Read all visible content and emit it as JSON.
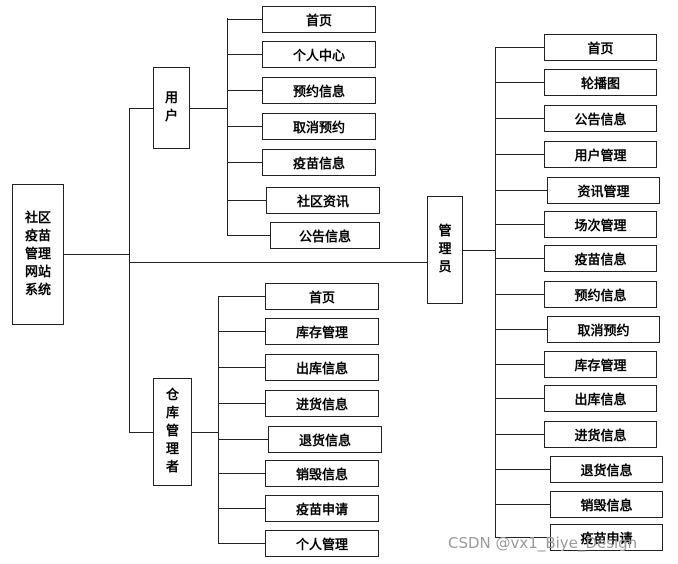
{
  "root": "社区疫苗管理网站系统",
  "user": {
    "title": "用户",
    "items": [
      "首页",
      "个人中心",
      "预约信息",
      "取消预约",
      "疫苗信息",
      "社区资讯",
      "公告信息"
    ]
  },
  "warehouse": {
    "title": "仓库管理者",
    "items": [
      "首页",
      "库存管理",
      "出库信息",
      "进货信息",
      "退货信息",
      "销毁信息",
      "疫苗申请",
      "个人管理"
    ]
  },
  "admin": {
    "title": "管理员",
    "items": [
      "首页",
      "轮播图",
      "公告信息",
      "用户管理",
      "资讯管理",
      "场次管理",
      "疫苗信息",
      "预约信息",
      "取消预约",
      "库存管理",
      "出库信息",
      "进货信息",
      "退货信息",
      "销毁信息",
      "疫苗申请"
    ]
  },
  "watermark": "CSDN @vx1_Biye_Design"
}
